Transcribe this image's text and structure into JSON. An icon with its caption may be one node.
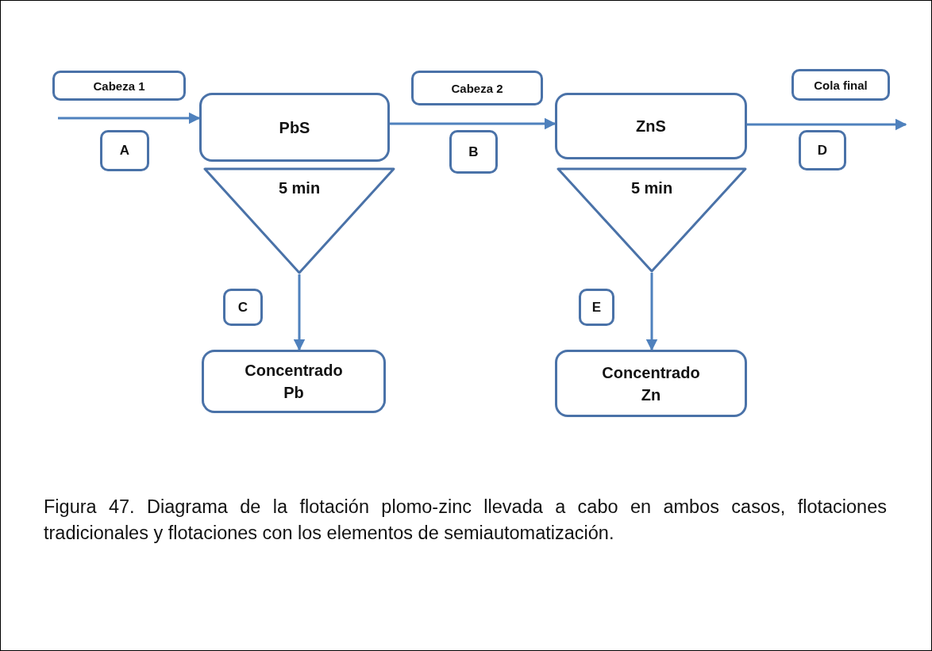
{
  "diagram": {
    "caption": "Figura 47. Diagrama de la flotación plomo-zinc llevada a cabo en ambos casos, flotaciones tradicionales y flotaciones con los elementos de semiautomatización.",
    "nodes": [
      {
        "text": [
          "Cabeza 1"
        ]
      },
      {
        "text": [
          "PbS"
        ]
      },
      {
        "text": [
          "5 min"
        ]
      },
      {
        "text": [
          "A"
        ]
      },
      {
        "text": [
          "Cabeza 2"
        ]
      },
      {
        "text": [
          "ZnS"
        ]
      },
      {
        "text": [
          "5 min"
        ]
      },
      {
        "text": [
          "B"
        ]
      },
      {
        "text": [
          "Cola final"
        ]
      },
      {
        "text": [
          "D"
        ]
      },
      {
        "text": [
          "C"
        ]
      },
      {
        "text": [
          "Concentrado Pb"
        ]
      },
      {
        "text": [
          "E"
        ]
      },
      {
        "text": [
          "Concentrado Zn"
        ]
      }
    ],
    "edges": [
      {
        "from": null,
        "to": 1,
        "arrow": "to"
      },
      {
        "from": 1,
        "to": 5,
        "arrow": "to"
      },
      {
        "from": 5,
        "to": null,
        "arrow": "to"
      },
      {
        "from": 2,
        "to": 11,
        "arrow": "to"
      },
      {
        "from": 6,
        "to": 13,
        "arrow": "to"
      }
    ]
  }
}
